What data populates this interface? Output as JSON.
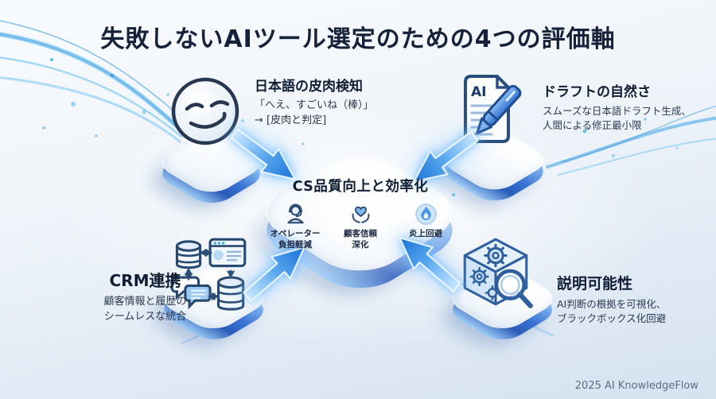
{
  "title": "失敗しないAIツール選定のための4つの評価軸",
  "nodes": [
    {
      "id": "sarcasm-detection",
      "position": "top-left",
      "icon": "smirk-face-icon",
      "heading": "日本語の皮肉検知",
      "line1": "「へえ、すごいね（棒）」",
      "line2": "→ [皮肉と判定]"
    },
    {
      "id": "draft-naturalness",
      "position": "top-right",
      "icon": "ai-document-pen-icon",
      "heading": "ドラフトの自然さ",
      "line1": "スムーズな日本語ドラフト生成、",
      "line2": "人間による修正最小限"
    },
    {
      "id": "crm-integration",
      "position": "bottom-left",
      "icon": "crm-databases-chat-icon",
      "heading": "CRM連携",
      "line1": "顧客情報と履歴の",
      "line2": "シームレスな統合"
    },
    {
      "id": "explainability",
      "position": "bottom-right",
      "icon": "cube-gears-magnifier-icon",
      "heading": "説明可能性",
      "line1": "AI判断の根拠を可視化、",
      "line2": "ブラックボックス化回避"
    }
  ],
  "center": {
    "heading": "CS品質向上と効率化",
    "benefits": [
      {
        "icon": "operator-headset-icon",
        "line1": "オペレーター",
        "line2": "負担軽減"
      },
      {
        "icon": "heart-in-hands-icon",
        "line1": "顧客信頼",
        "line2": "深化"
      },
      {
        "icon": "flame-icon",
        "line1": "炎上回避",
        "line2": ""
      }
    ]
  },
  "doc_icon_label": "AI",
  "footer": {
    "credit": "2025 AI KnowledgeFlow"
  },
  "colors": {
    "title_navy": "#16213a",
    "tile_rim_blue": "#3a74d4",
    "arrow_blue": "#1b72d8",
    "accent_teal": "#35b3d6",
    "background_top": "#f8fbfe",
    "background_bottom": "#d6e2f0"
  }
}
